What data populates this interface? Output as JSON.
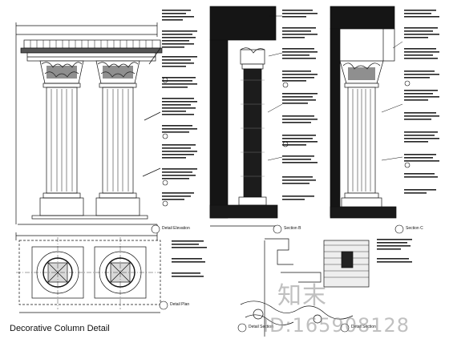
{
  "sheet": {
    "title": "Decorative Column Detail",
    "views": [
      {
        "label": "Detail Elevation"
      },
      {
        "label": "Section B"
      },
      {
        "label": "Section C"
      },
      {
        "label": "Detail Plan"
      },
      {
        "label": "Detail Section"
      },
      {
        "label": "Detail Section"
      }
    ]
  },
  "watermark": {
    "logo_text": "知末",
    "id_text": "ID:165908128"
  }
}
